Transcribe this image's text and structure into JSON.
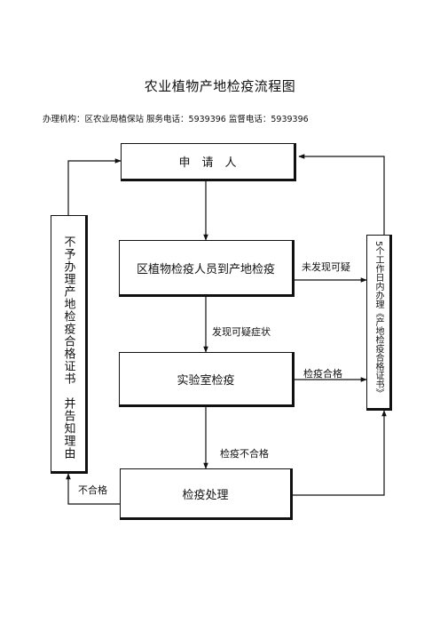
{
  "title": "农业植物产地检疫流程图",
  "info": "办理机构：区农业局植保站 服务电话：5939396 监督电话：5939396",
  "nodes": {
    "apply": "申　请　人",
    "field_inspection": "区植物检疫人员到产地检疫",
    "lab_test": "实验室检疫",
    "handling": "检疫处理",
    "reject": "不予办理产地检疫合格证书　并告知理由",
    "issue": "5个工作日内办理《产地检疫合格证书》"
  },
  "edges": {
    "not_found": "未发现可疑",
    "found_suspicious": "发现可疑症状",
    "passed": "检疫合格",
    "failed": "检疫不合格",
    "unqualified": "不合格"
  }
}
